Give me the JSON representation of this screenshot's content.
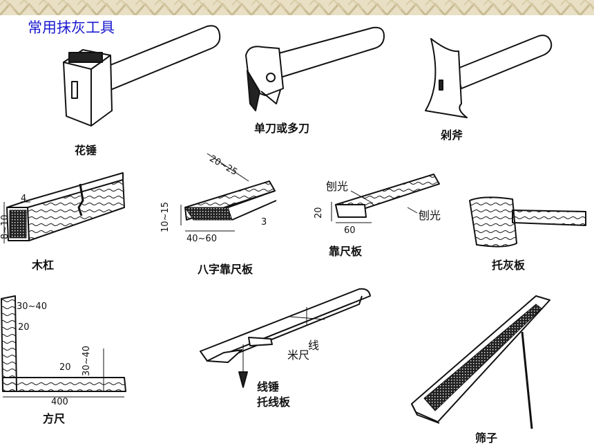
{
  "title": "常用抹灰工具",
  "tools": {
    "hammer": "花锤",
    "knife": "单刀或多刀",
    "axe": "剁斧",
    "wood_bar": "木杠",
    "bevel_ruler": "八字靠尺板",
    "straight_ruler": "靠尺板",
    "hawk": "托灰板",
    "square": "方尺",
    "plumb_board": "托线板",
    "sieve": "筛子"
  },
  "annotations": {
    "wood_bar_4": "4",
    "wood_bar_8_10": "8~10",
    "bevel_20_25": "20~25",
    "bevel_10_15": "10~15",
    "bevel_40_60": "40~60",
    "bevel_3": "3",
    "ruler_planed_top": "刨光",
    "ruler_planed_side": "刨光",
    "ruler_20": "20",
    "ruler_60": "60",
    "square_30_40_top": "30~40",
    "square_20_top": "20",
    "square_20_bottom": "20",
    "square_30_40_right": "30~40",
    "square_400": "400",
    "plumb_line": "线",
    "plumb_ruler": "米尺",
    "plumb_bob": "线锤"
  },
  "colors": {
    "title": "#1a1ad0",
    "ink": "#111111",
    "band": "#e8dfc4"
  }
}
